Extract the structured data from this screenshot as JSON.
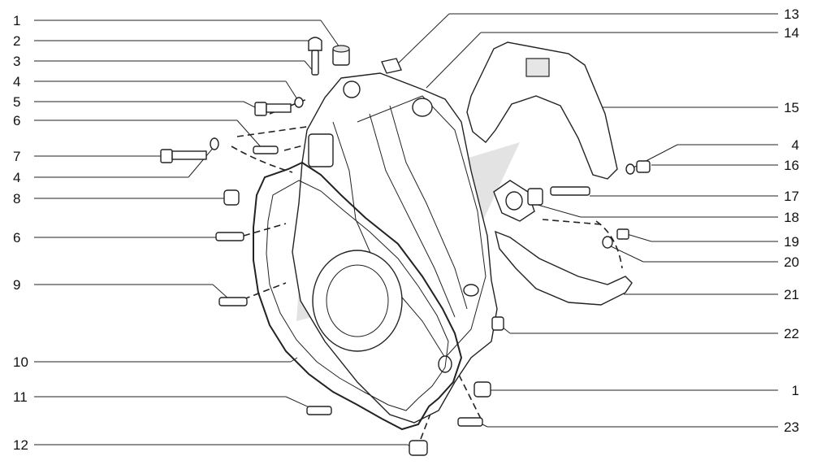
{
  "callouts": {
    "left": [
      "1",
      "2",
      "3",
      "4",
      "5",
      "6",
      "7",
      "4",
      "8",
      "6",
      "9",
      "10",
      "11",
      "12"
    ],
    "right": [
      "13",
      "14",
      "15",
      "4",
      "16",
      "17",
      "18",
      "19",
      "20",
      "21",
      "22",
      "1",
      "23"
    ]
  }
}
